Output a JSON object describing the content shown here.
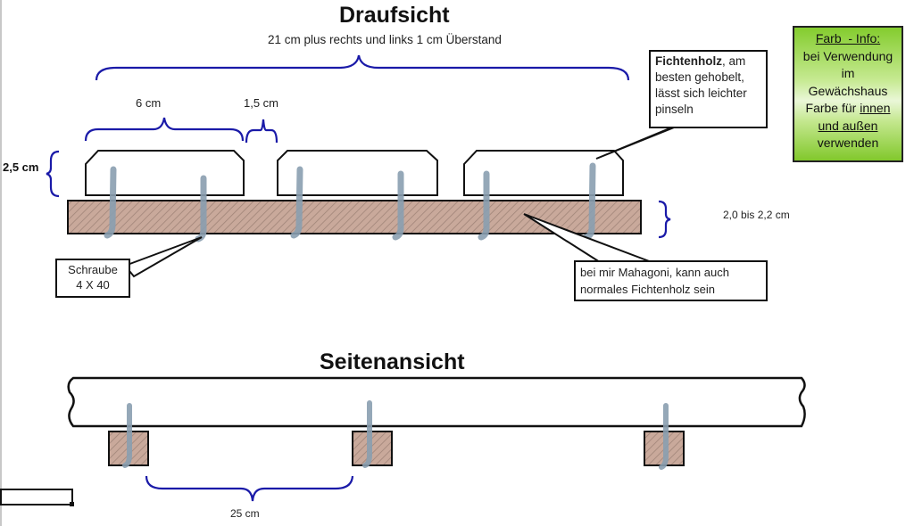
{
  "top_view": {
    "title": "Draufsicht",
    "subtitle": "21 cm plus rechts und links 1 cm Überstand",
    "dim_slat_width": "6 cm",
    "dim_gap": "1,5 cm",
    "dim_slat_height": "2,5 cm",
    "dim_base_height": "2,0 bis 2,2 cm",
    "callout_slat_bold": "Fichtenholz",
    "callout_slat_rest": ", am besten gehobelt, lässt sich leichter pinseln",
    "callout_screw_line1": "Schraube",
    "callout_screw_line2": "4 X 40",
    "callout_base_line1": "bei mir Mahagoni, kann auch",
    "callout_base_line2": "normales Fichtenholz sein"
  },
  "side_view": {
    "title": "Seitenansicht",
    "dim_spacing": "25 cm"
  },
  "info_box": {
    "heading": "Farb  - Info:",
    "line1": "bei Verwendung",
    "line2": "im",
    "line3": "Gewächshaus",
    "line4_pre": "Farbe für ",
    "line4_u": "innen",
    "line5_u": "und außen",
    "line6": "verwenden"
  },
  "colors": {
    "bracket_blue": "#1a1aa8",
    "wood_fill": "#c9a99b",
    "screw": "#8a9eb0",
    "info_green": "#84cc2e"
  }
}
